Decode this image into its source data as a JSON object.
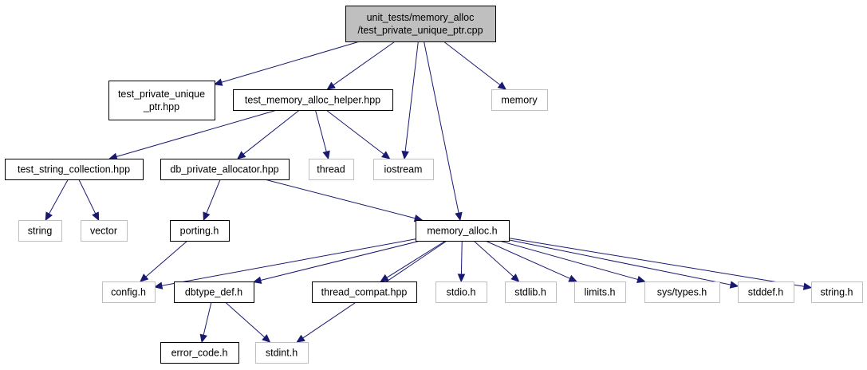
{
  "colors": {
    "edge": "#191970",
    "project_border": "#000000",
    "system_border": "#bfbfbf",
    "root_fill": "#bfbfbf",
    "node_fill": "#ffffff"
  },
  "nodes": {
    "root": {
      "lines": [
        "unit_tests/memory_alloc",
        "/test_private_unique_ptr.cpp"
      ],
      "kind": "root"
    },
    "hpp_unique": {
      "lines": [
        "test_private_unique",
        "_ptr.hpp"
      ],
      "kind": "project"
    },
    "helper": {
      "lines": [
        "test_memory_alloc_helper.hpp"
      ],
      "kind": "project"
    },
    "memory": {
      "lines": [
        "memory"
      ],
      "kind": "system"
    },
    "strcoll": {
      "lines": [
        "test_string_collection.hpp"
      ],
      "kind": "project"
    },
    "dballoc": {
      "lines": [
        "db_private_allocator.hpp"
      ],
      "kind": "project"
    },
    "thread": {
      "lines": [
        "thread"
      ],
      "kind": "system"
    },
    "iostream": {
      "lines": [
        "iostream"
      ],
      "kind": "system"
    },
    "string": {
      "lines": [
        "string"
      ],
      "kind": "system"
    },
    "vector": {
      "lines": [
        "vector"
      ],
      "kind": "system"
    },
    "porting": {
      "lines": [
        "porting.h"
      ],
      "kind": "project"
    },
    "memalloc": {
      "lines": [
        "memory_alloc.h"
      ],
      "kind": "project"
    },
    "config": {
      "lines": [
        "config.h"
      ],
      "kind": "system"
    },
    "dbtype": {
      "lines": [
        "dbtype_def.h"
      ],
      "kind": "project"
    },
    "threadcompat": {
      "lines": [
        "thread_compat.hpp"
      ],
      "kind": "project"
    },
    "stdio": {
      "lines": [
        "stdio.h"
      ],
      "kind": "system"
    },
    "stdlib": {
      "lines": [
        "stdlib.h"
      ],
      "kind": "system"
    },
    "limits": {
      "lines": [
        "limits.h"
      ],
      "kind": "system"
    },
    "systypes": {
      "lines": [
        "sys/types.h"
      ],
      "kind": "system"
    },
    "stddef": {
      "lines": [
        "stddef.h"
      ],
      "kind": "system"
    },
    "stringh": {
      "lines": [
        "string.h"
      ],
      "kind": "system"
    },
    "errorcode": {
      "lines": [
        "error_code.h"
      ],
      "kind": "project"
    },
    "stdint": {
      "lines": [
        "stdint.h"
      ],
      "kind": "system"
    }
  },
  "edges": [
    [
      "root",
      "hpp_unique"
    ],
    [
      "root",
      "helper"
    ],
    [
      "root",
      "iostream"
    ],
    [
      "root",
      "memory"
    ],
    [
      "root",
      "memalloc"
    ],
    [
      "helper",
      "strcoll"
    ],
    [
      "helper",
      "dballoc"
    ],
    [
      "helper",
      "thread"
    ],
    [
      "helper",
      "iostream"
    ],
    [
      "strcoll",
      "string"
    ],
    [
      "strcoll",
      "vector"
    ],
    [
      "dballoc",
      "porting"
    ],
    [
      "dballoc",
      "memalloc"
    ],
    [
      "porting",
      "config"
    ],
    [
      "memalloc",
      "config"
    ],
    [
      "memalloc",
      "dbtype"
    ],
    [
      "memalloc",
      "stdint"
    ],
    [
      "memalloc",
      "threadcompat"
    ],
    [
      "memalloc",
      "stdio"
    ],
    [
      "memalloc",
      "stdlib"
    ],
    [
      "memalloc",
      "limits"
    ],
    [
      "memalloc",
      "systypes"
    ],
    [
      "memalloc",
      "stddef"
    ],
    [
      "memalloc",
      "stringh"
    ],
    [
      "dbtype",
      "errorcode"
    ],
    [
      "dbtype",
      "stdint"
    ]
  ]
}
